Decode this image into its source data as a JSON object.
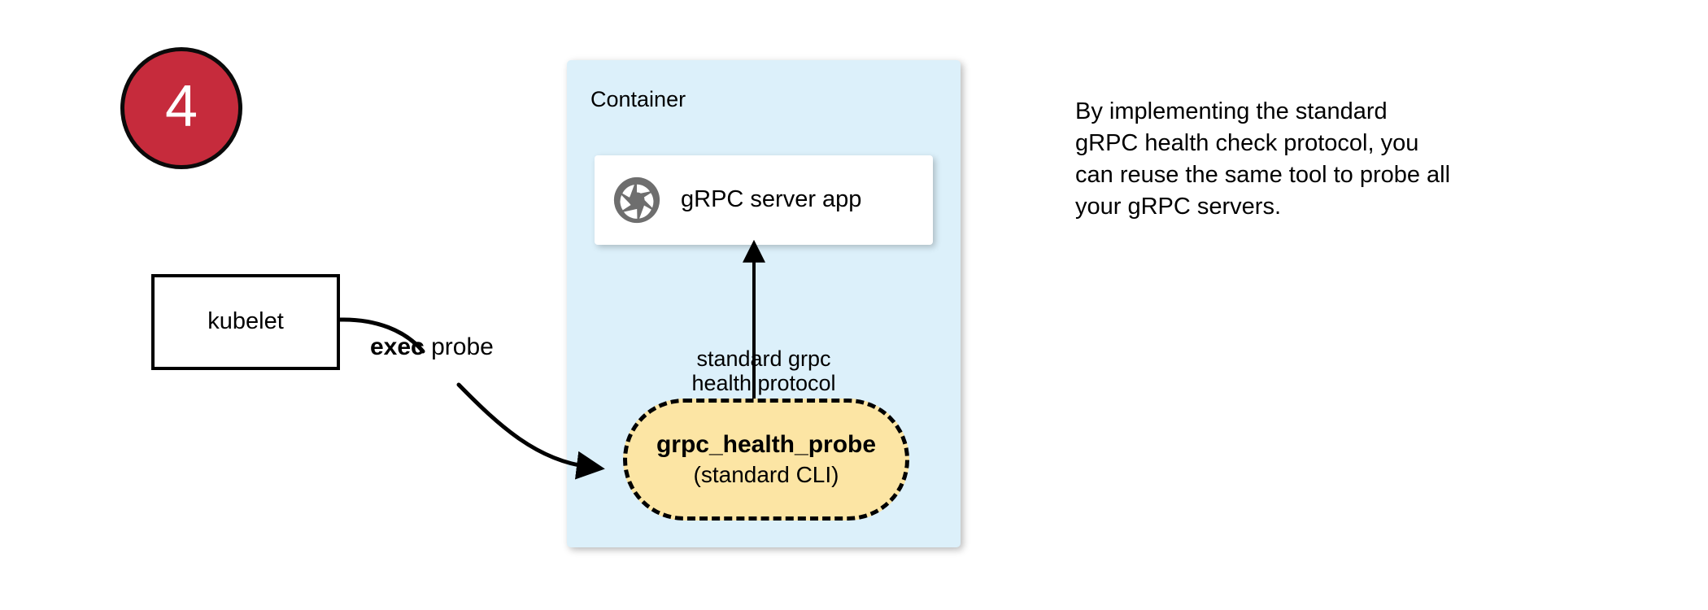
{
  "diagram": {
    "step_badge": {
      "number": "4",
      "fill_color": "#C62B3C",
      "text_color": "#ffffff"
    },
    "kubelet": {
      "label": "kubelet"
    },
    "exec_probe_edge": {
      "label_bold": "exec",
      "label_rest": " probe"
    },
    "container": {
      "title": "Container",
      "fill_color": "#DCF0FA",
      "server_app": {
        "icon": "aperture-icon",
        "label": "gRPC server app",
        "icon_color": "#6E6E6E"
      },
      "protocol_edge": {
        "line1": "standard grpc",
        "line2": "health protocol"
      },
      "probe_tool": {
        "title": "grpc_health_probe",
        "subtitle": "(standard CLI)",
        "fill_color": "#FCE5A4",
        "border_style": "dashed"
      }
    }
  },
  "caption": {
    "line1": "By implementing the standard",
    "line2": "gRPC health check protocol, you",
    "line3": "can reuse the same tool to probe all",
    "line4": "your gRPC servers."
  }
}
